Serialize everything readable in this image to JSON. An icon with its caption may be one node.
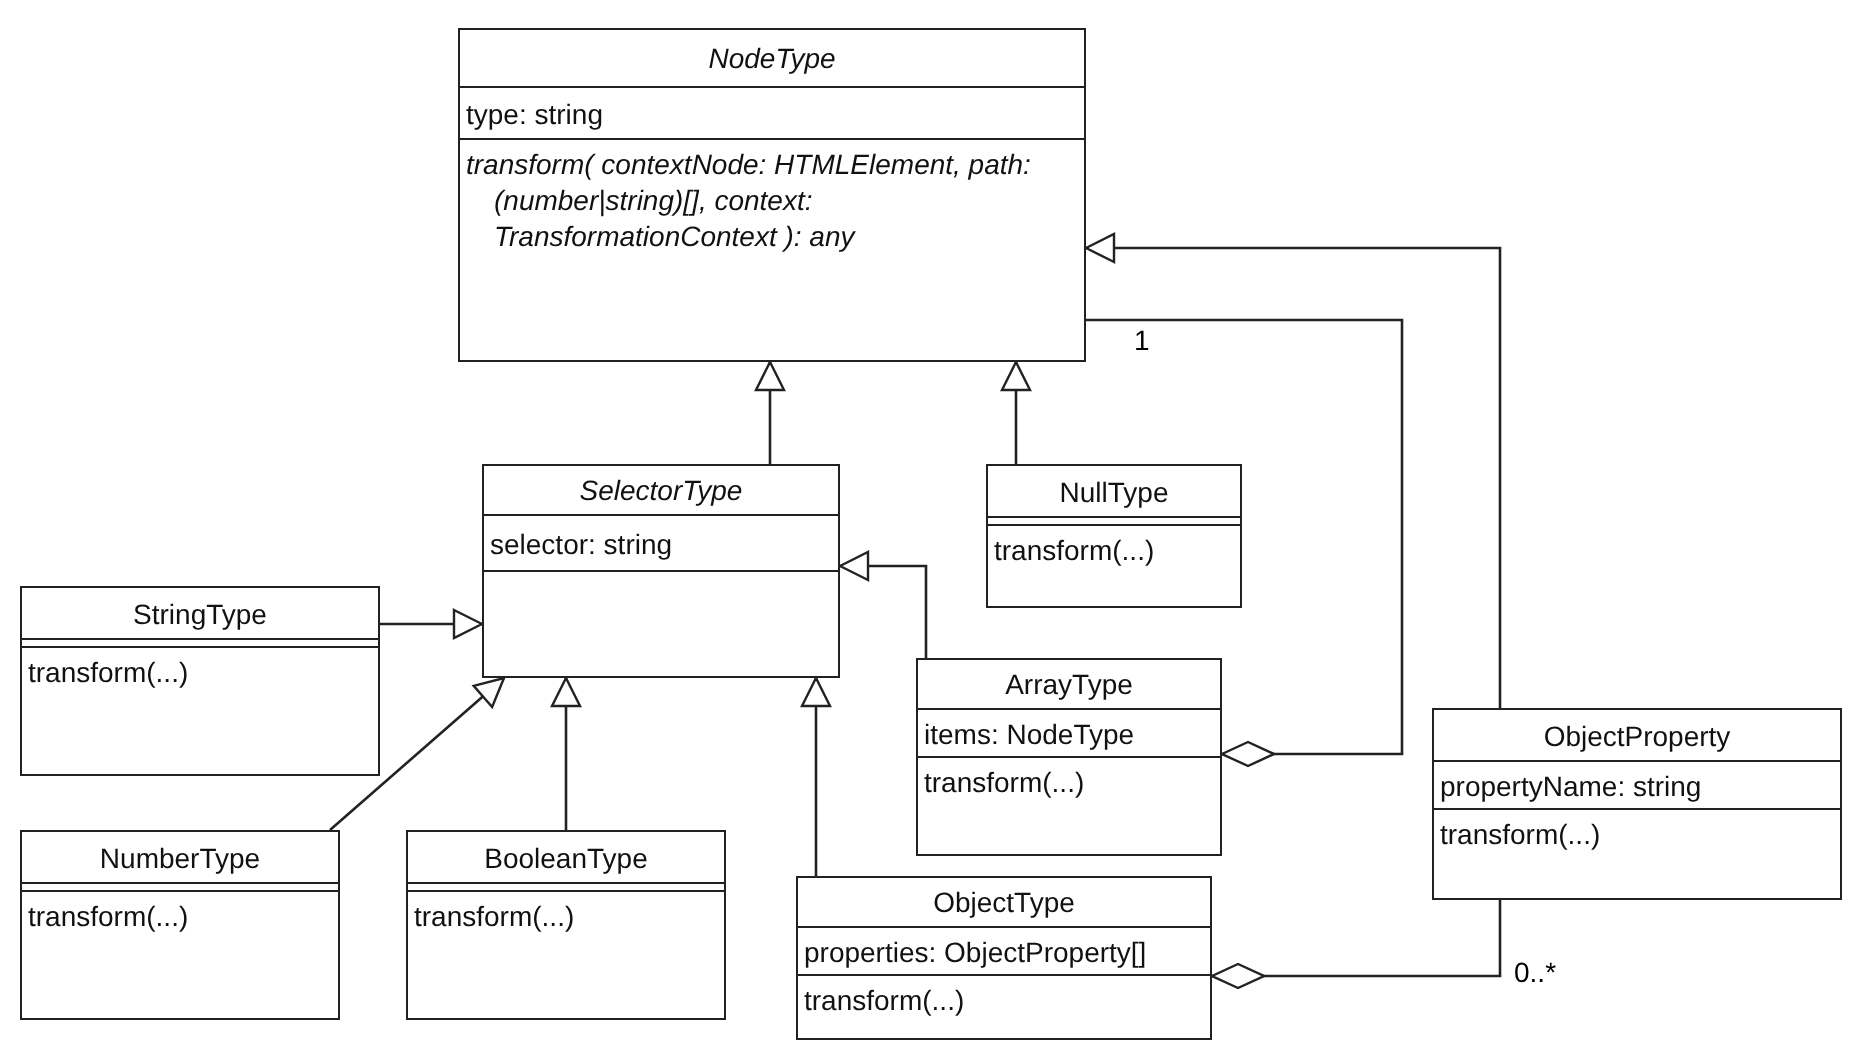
{
  "diagram": {
    "nodes": [
      {
        "text": [
          "NodeType",
          "type: string",
          "transform( contextNode: HTMLElement, path: (number|string)[], context: TransformationContext ): any"
        ]
      },
      {
        "text": [
          "SelectorType",
          "selector: string"
        ]
      },
      {
        "text": [
          "NullType",
          "transform(...)"
        ]
      },
      {
        "text": [
          "StringType",
          "transform(...)"
        ]
      },
      {
        "text": [
          "ArrayType",
          "items: NodeType",
          "transform(...)"
        ]
      },
      {
        "text": [
          "ObjectProperty",
          "propertyName: string",
          "transform(...)"
        ]
      },
      {
        "text": [
          "NumberType",
          "transform(...)"
        ]
      },
      {
        "text": [
          "BooleanType",
          "transform(...)"
        ]
      },
      {
        "text": [
          "ObjectType",
          "properties: ObjectProperty[]",
          "transform(...)"
        ]
      }
    ],
    "edges": [
      {
        "from": 1,
        "to": 0,
        "arrow": "to"
      },
      {
        "from": 2,
        "to": 0,
        "arrow": "to"
      },
      {
        "from": 5,
        "to": 0,
        "arrow": "to"
      },
      {
        "from": 3,
        "to": 1,
        "arrow": "to"
      },
      {
        "from": 4,
        "to": 1,
        "arrow": "to"
      },
      {
        "from": 6,
        "to": 1,
        "arrow": "to"
      },
      {
        "from": 7,
        "to": 1,
        "arrow": "to"
      },
      {
        "from": 8,
        "to": 1,
        "arrow": "to"
      },
      {
        "from": 4,
        "to": 0,
        "arrow": "other",
        "label": "1"
      },
      {
        "from": 8,
        "to": 5,
        "arrow": "other",
        "label": "0..*"
      }
    ]
  }
}
